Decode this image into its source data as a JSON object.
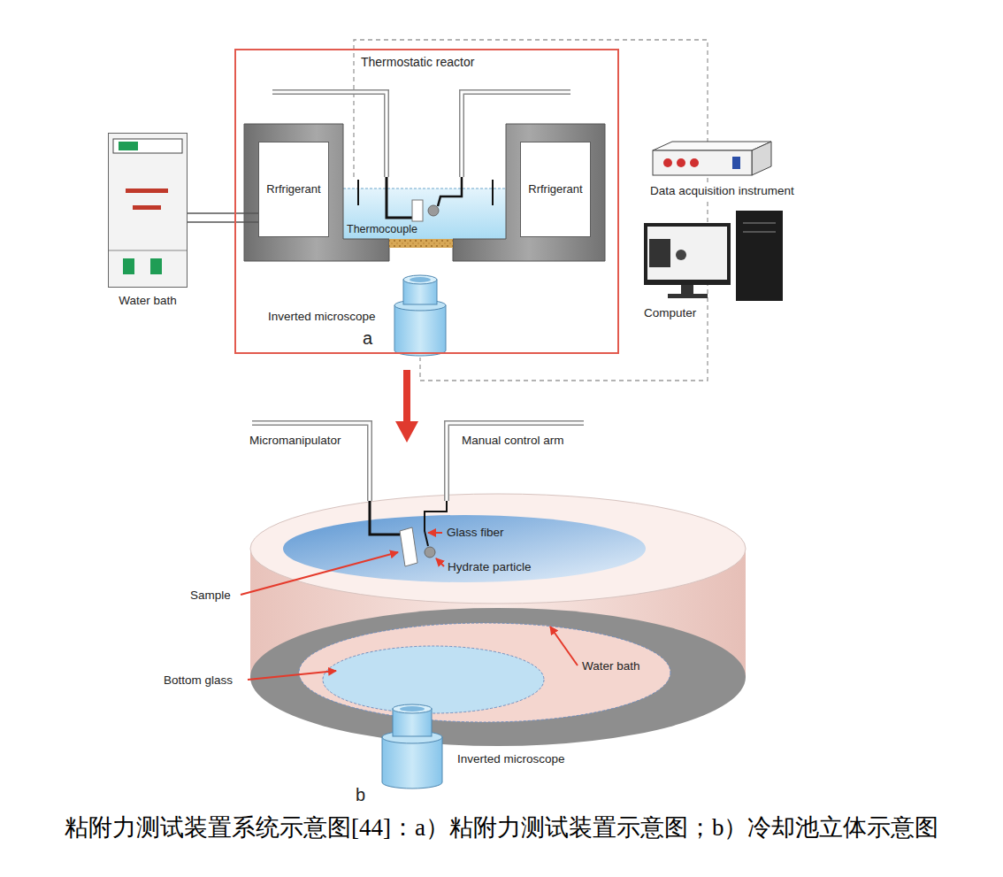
{
  "diagram": {
    "caption": "粘附力测试装置系统示意图[44]：a）粘附力测试装置示意图；b）冷却池立体示意图",
    "nodes": [
      {
        "text": [
          "Thermostatic reactor",
          "a"
        ]
      },
      {
        "text": [
          "Rrfrigerant"
        ],
        "in": 0
      },
      {
        "text": [
          "Rrfrigerant"
        ],
        "in": 0
      },
      {
        "text": [
          "Water bath"
        ]
      }
    ],
    "edges": [
      {
        "from": 3,
        "to": 1,
        "arrow": "none"
      }
    ],
    "labels": [
      "Thermocouple",
      "Data acquisition instrument",
      "Computer",
      "Inverted microscope",
      "Micromanipulator",
      "Manual control arm",
      "Glass fiber",
      "Hydrate particle",
      "Sample",
      "Bottom glass",
      "Water bath",
      "Inverted microscope",
      "b"
    ]
  }
}
